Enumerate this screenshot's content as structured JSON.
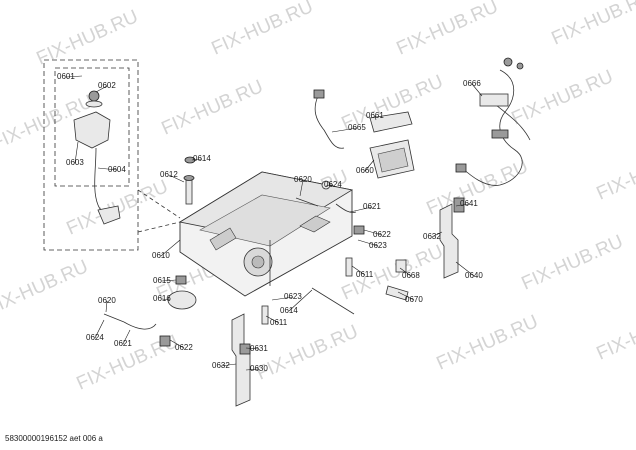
{
  "watermark": {
    "text": "FIX-HUB.RU",
    "color": "#d4d4d4"
  },
  "parts": [
    {
      "id": "p0601",
      "label": "0601"
    },
    {
      "id": "p0602",
      "label": "0602"
    },
    {
      "id": "p0603",
      "label": "0603"
    },
    {
      "id": "p0604",
      "label": "0604"
    },
    {
      "id": "p0610",
      "label": "0610"
    },
    {
      "id": "p0612",
      "label": "0612"
    },
    {
      "id": "p0614a",
      "label": "0614"
    },
    {
      "id": "p0614b",
      "label": "0614"
    },
    {
      "id": "p0615",
      "label": "0615"
    },
    {
      "id": "p0616",
      "label": "0616"
    },
    {
      "id": "p0620a",
      "label": "0620"
    },
    {
      "id": "p0620b",
      "label": "0620"
    },
    {
      "id": "p0621a",
      "label": "0621"
    },
    {
      "id": "p0621b",
      "label": "0621"
    },
    {
      "id": "p0622a",
      "label": "0622"
    },
    {
      "id": "p0622b",
      "label": "0622"
    },
    {
      "id": "p0623a",
      "label": "0623"
    },
    {
      "id": "p0623b",
      "label": "0623"
    },
    {
      "id": "p0624a",
      "label": "0624"
    },
    {
      "id": "p0624b",
      "label": "0624"
    },
    {
      "id": "p0630",
      "label": "0630"
    },
    {
      "id": "p0631",
      "label": "0631"
    },
    {
      "id": "p0632a",
      "label": "0632"
    },
    {
      "id": "p0632b",
      "label": "0632"
    },
    {
      "id": "p0640",
      "label": "0640"
    },
    {
      "id": "p0641",
      "label": "0641"
    },
    {
      "id": "p0660",
      "label": "0660"
    },
    {
      "id": "p0661",
      "label": "0661"
    },
    {
      "id": "p0665",
      "label": "0665"
    },
    {
      "id": "p0666",
      "label": "0666"
    },
    {
      "id": "p0668",
      "label": "0668"
    },
    {
      "id": "p0670",
      "label": "0670"
    },
    {
      "id": "p0611a",
      "label": "0611"
    },
    {
      "id": "p0611b",
      "label": "0611"
    }
  ],
  "footer": {
    "text": "58300000196152 aet 006 a"
  }
}
